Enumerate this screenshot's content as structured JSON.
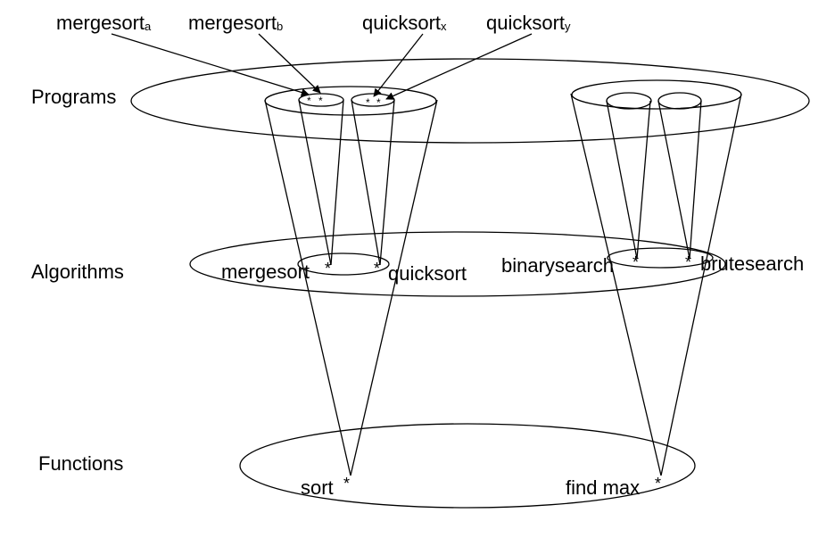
{
  "levels": {
    "programs": "Programs",
    "algorithms": "Algorithms",
    "functions": "Functions"
  },
  "program_labels": {
    "mergesort_a": {
      "base": "mergesort",
      "sub": "a"
    },
    "mergesort_b": {
      "base": "mergesort",
      "sub": "b"
    },
    "quicksort_x": {
      "base": "quicksort",
      "sub": "x"
    },
    "quicksort_y": {
      "base": "quicksort",
      "sub": "y"
    }
  },
  "algorithm_labels": {
    "mergesort": "mergesort",
    "quicksort": "quicksort",
    "binarysearch": "binarysearch",
    "brutesearch": "brutesearch"
  },
  "function_labels": {
    "sort": "sort",
    "find_max": "find max"
  },
  "point_marker": "*",
  "colors": {
    "stroke": "#000000",
    "text": "#000000",
    "background": "#ffffff"
  }
}
